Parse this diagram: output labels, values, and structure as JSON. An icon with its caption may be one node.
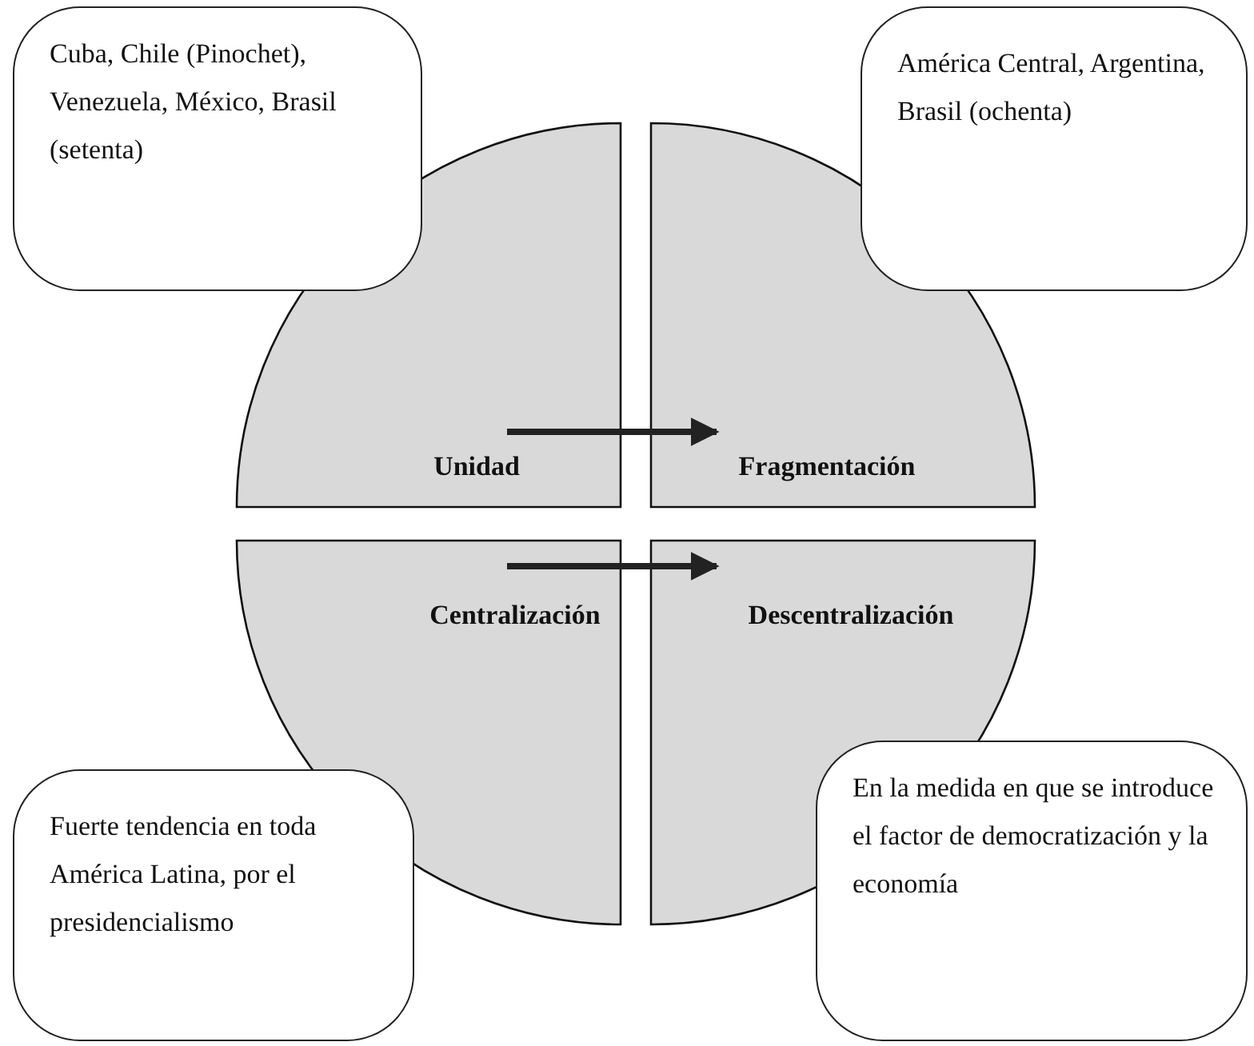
{
  "diagram": {
    "nodes": [
      {
        "text": [
          "Cuba, Chile (Pinochet), Venezuela, México, Brasil (setenta)"
        ]
      },
      {
        "text": [
          "América Central, Argentina, Brasil (ochenta)"
        ]
      },
      {
        "text": [
          "Unidad"
        ]
      },
      {
        "text": [
          "Fragmentación"
        ]
      },
      {
        "text": [
          "Centralización"
        ]
      },
      {
        "text": [
          "Descentralización"
        ]
      },
      {
        "text": [
          "Fuerte tendencia en toda América Latina, por el presidencialismo"
        ]
      },
      {
        "text": [
          "En la medida en que se introduce el factor de democratización y la economía"
        ]
      }
    ],
    "edges": [
      {
        "from": 2,
        "to": 3,
        "arrow": "to"
      },
      {
        "from": 4,
        "to": 5,
        "arrow": "to"
      }
    ]
  }
}
